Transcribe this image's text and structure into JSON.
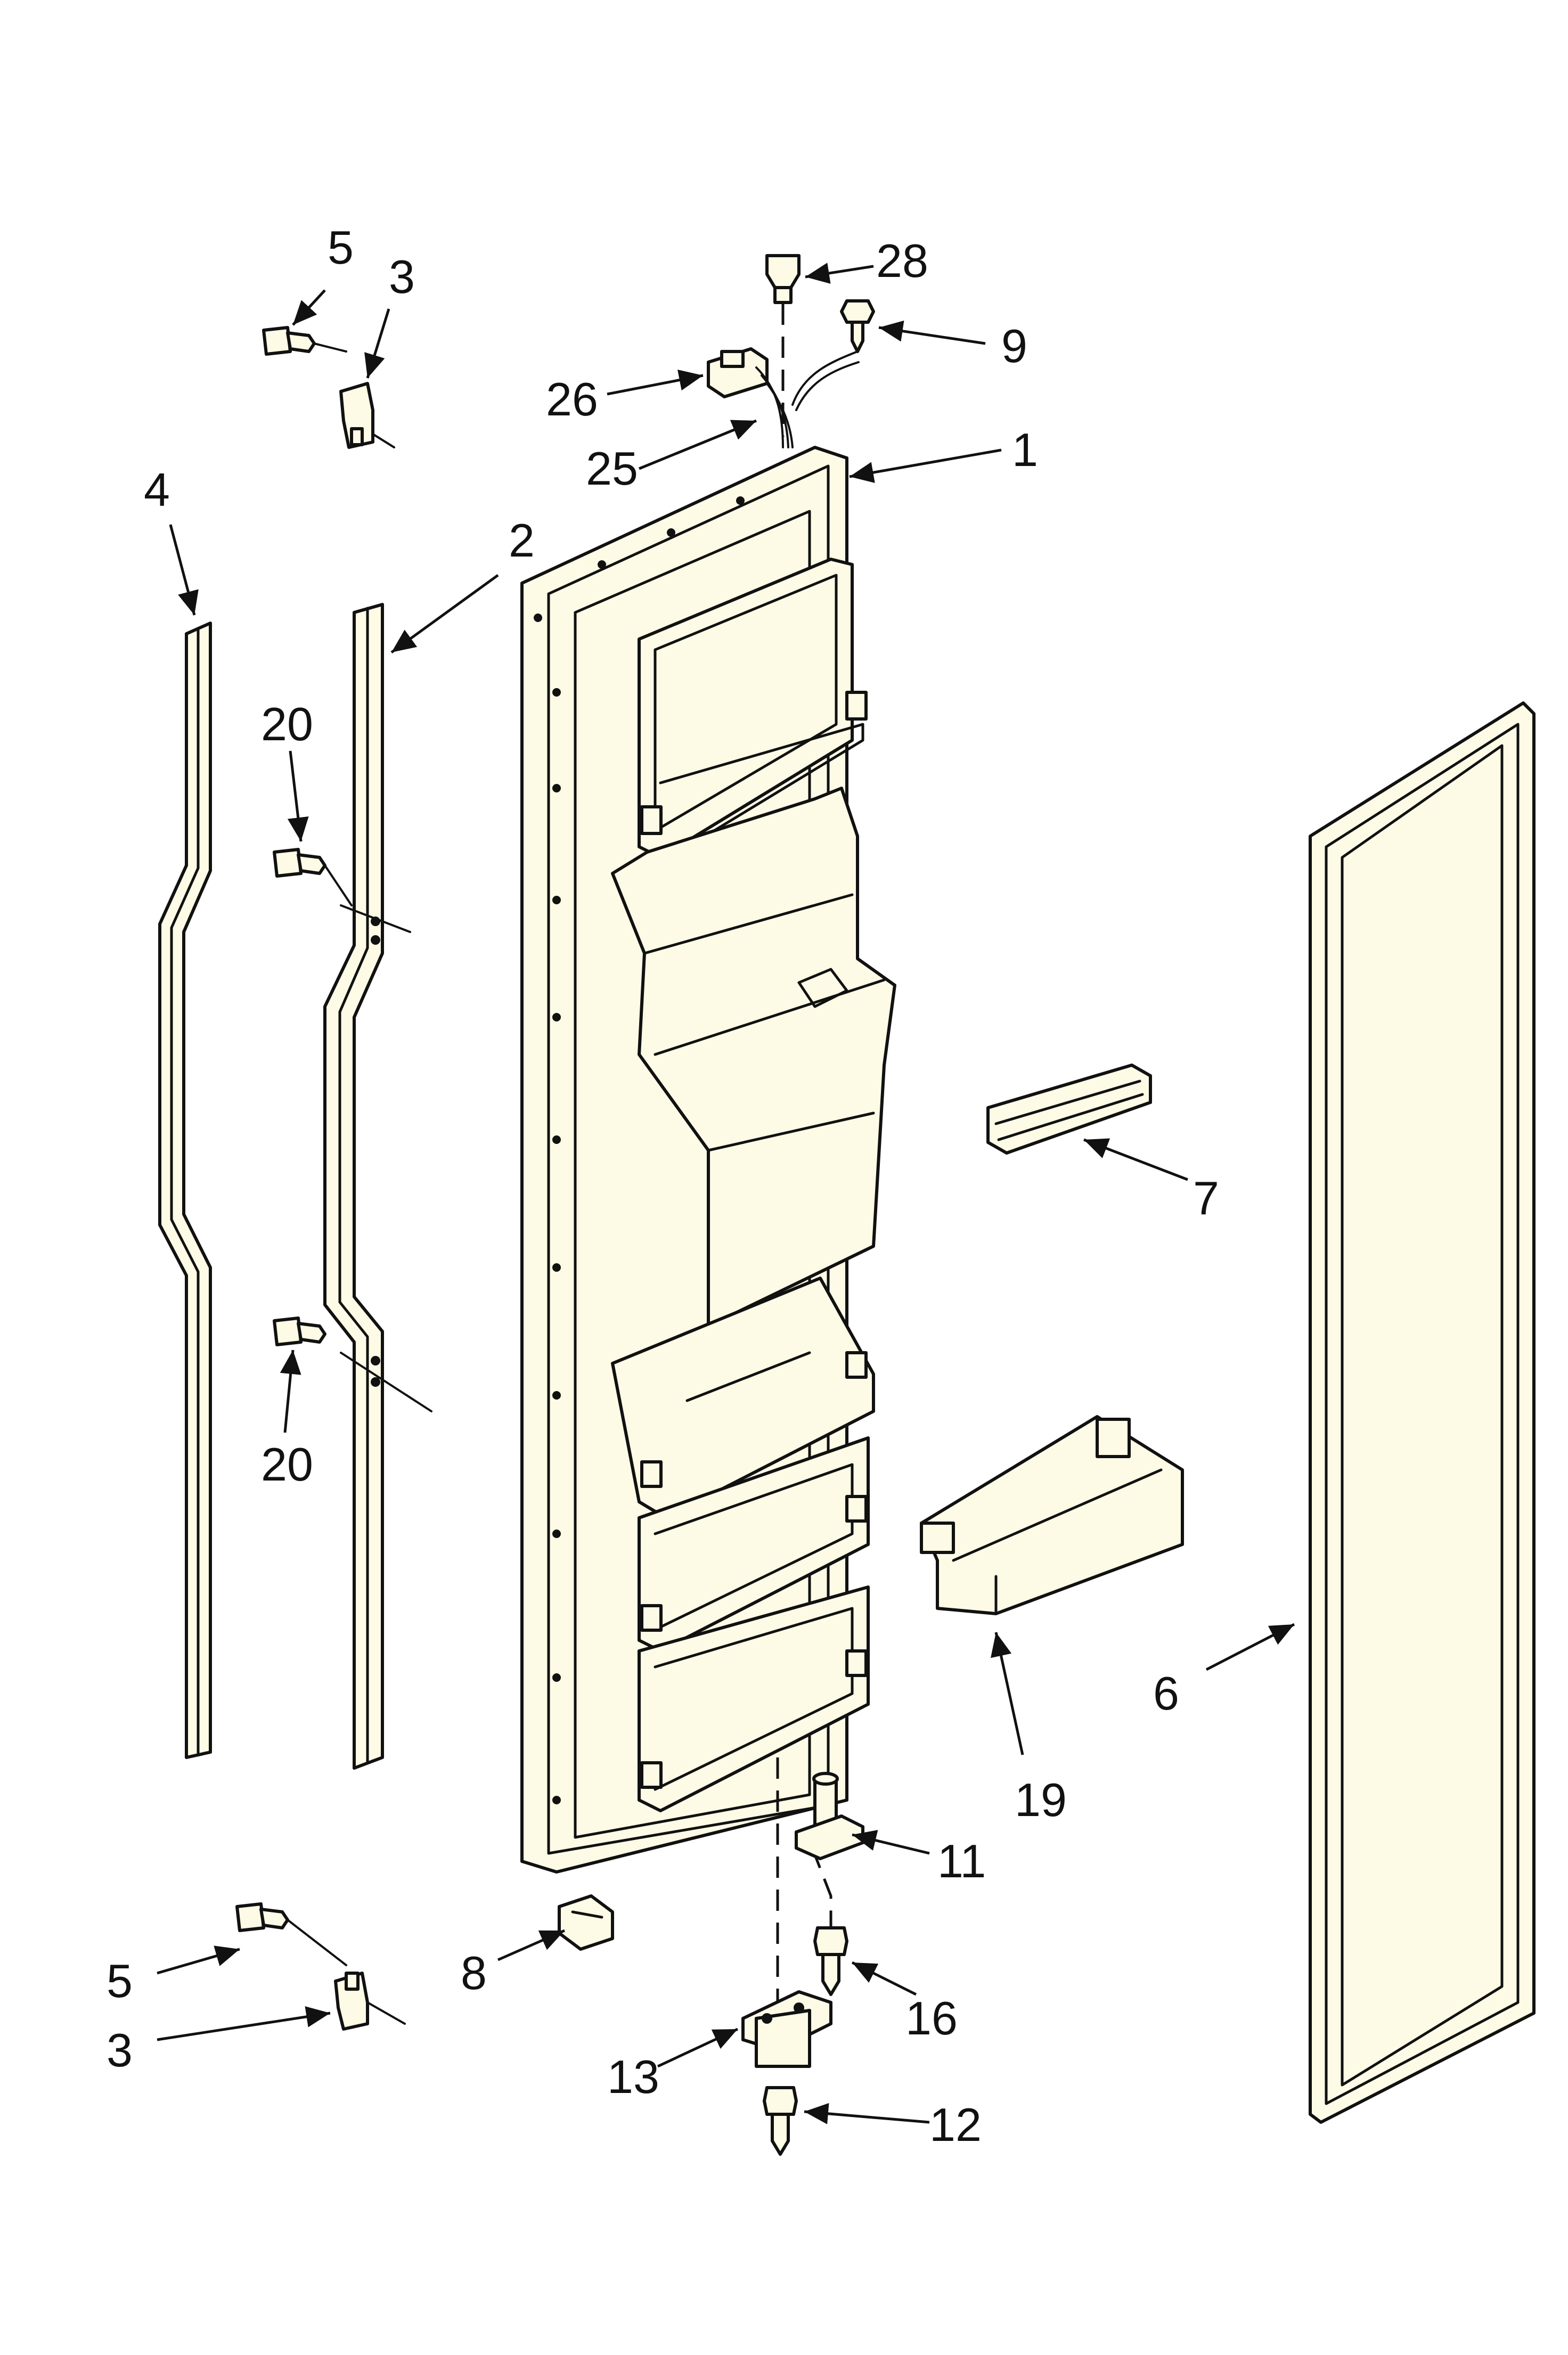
{
  "callouts": {
    "c28": "28",
    "c9": "9",
    "c26": "26",
    "c25": "25",
    "c1": "1",
    "c5a": "5",
    "c3a": "3",
    "c4": "4",
    "c2": "2",
    "c20a": "20",
    "c20b": "20",
    "c7": "7",
    "c6": "6",
    "c19": "19",
    "c11": "11",
    "c16": "16",
    "c5b": "5",
    "c3b": "3",
    "c8": "8",
    "c13": "13",
    "c12": "12"
  }
}
